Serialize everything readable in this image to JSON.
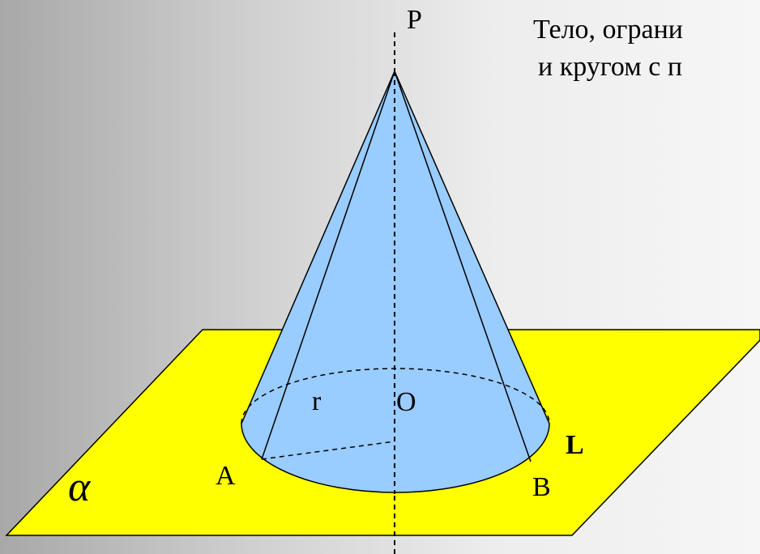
{
  "caption": {
    "line1": "Тело, ограни",
    "line2": "и кругом с п"
  },
  "labels": {
    "apex": "P",
    "center": "O",
    "radius": "r",
    "point_a": "A",
    "point_b": "B",
    "generatrix": "L",
    "plane": "α"
  },
  "colors": {
    "background": "#d9d9d9",
    "plane": "#ffff00",
    "cone": "#99ccff"
  }
}
